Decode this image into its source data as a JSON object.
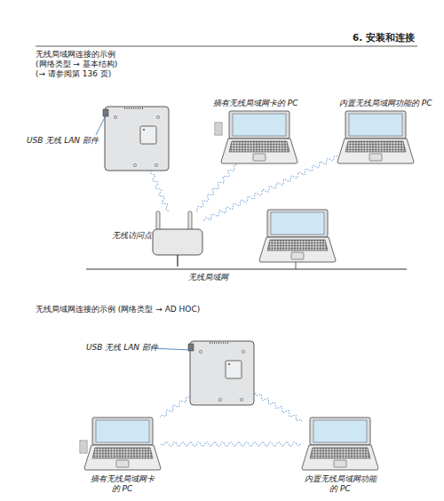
{
  "diagram": {
    "nodes": [
      {
        "text": [
          "USB 无线 LAN 部件"
        ]
      },
      {
        "text": [
          "插有无线局域网卡的 PC"
        ]
      },
      {
        "text": [
          "内置无线局域网功能的 PC"
        ]
      },
      {
        "text": [
          "无线访问点"
        ]
      },
      {
        "text": [
          "无线局域网"
        ]
      },
      {
        "text": [
          "USB 无线 LAN 部件"
        ]
      },
      {
        "text": [
          "插有无线局域网卡 的 PC"
        ]
      },
      {
        "text": [
          "内置无线局域网功能 的 PC"
        ]
      }
    ],
    "edges": [
      {
        "from": 0,
        "to": 3,
        "arrow": "none"
      },
      {
        "from": 1,
        "to": 3,
        "arrow": "none"
      },
      {
        "from": 2,
        "to": 3,
        "arrow": "none"
      },
      {
        "from": 3,
        "to": 4,
        "arrow": "none"
      },
      {
        "from": 5,
        "to": 6,
        "arrow": "none"
      },
      {
        "from": 5,
        "to": 7,
        "arrow": "none"
      },
      {
        "from": 6,
        "to": 7,
        "arrow": "none"
      }
    ],
    "labels": [
      "6. 安装和连接",
      "无线局域网连接的示例",
      "(网络类型 → 基本结构)",
      "(→ 请参阅第 136 页)",
      "无线局域网连接的示例 (网络类型 → AD HOC)"
    ]
  }
}
